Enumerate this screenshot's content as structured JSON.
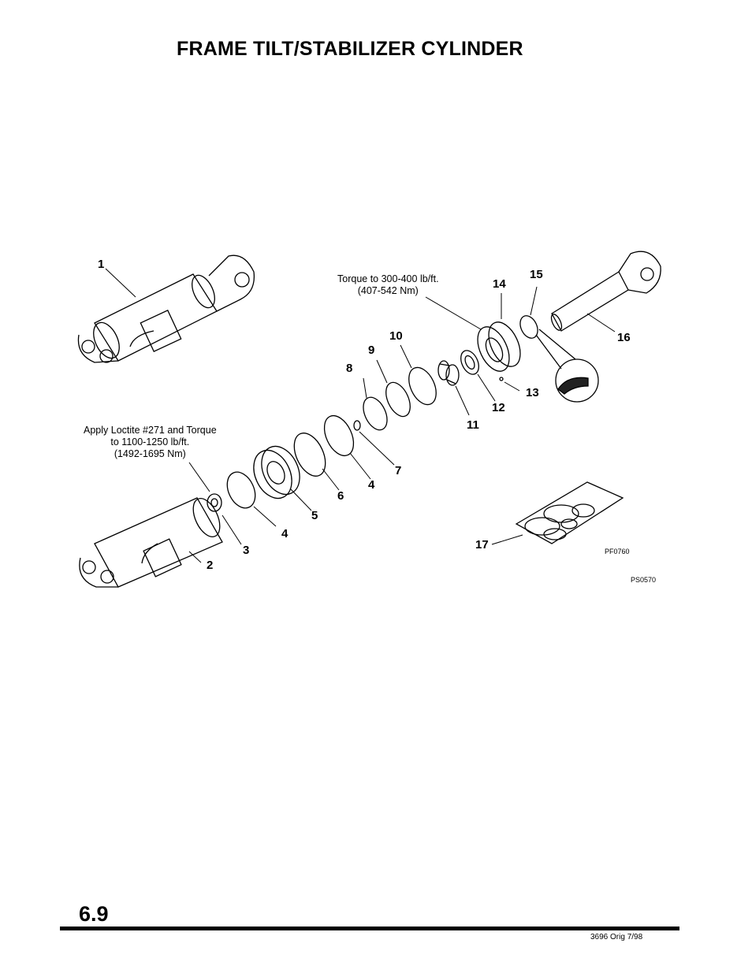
{
  "title": "FRAME TILT/STABILIZER CYLINDER",
  "section_number": "6.9",
  "footer": "3696 Orig 7/98",
  "notes": {
    "torque_gland": [
      "Torque to 300-400 lb/ft.",
      "(407-542 Nm)"
    ],
    "loctite": [
      "Apply Loctite #271 and Torque",
      "to 1100-1250 lb/ft.",
      "(1492-1695 Nm)"
    ]
  },
  "figure_refs": {
    "kit": "PF0760",
    "main": "PS0570"
  },
  "callouts": [
    "1",
    "2",
    "3",
    "4",
    "4",
    "5",
    "6",
    "7",
    "8",
    "9",
    "10",
    "11",
    "12",
    "13",
    "14",
    "15",
    "16",
    "17"
  ]
}
